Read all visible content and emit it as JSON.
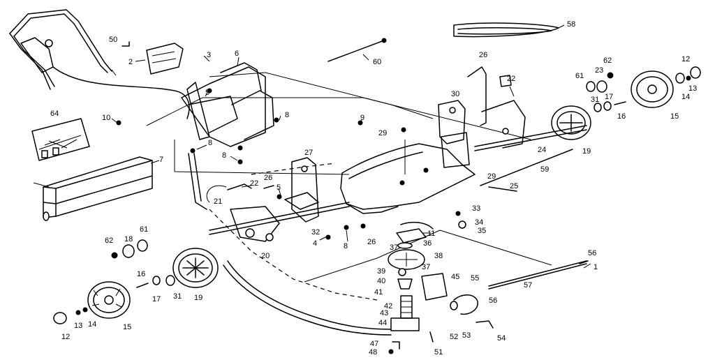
{
  "diagram": {
    "callouts": [
      {
        "id": "c1",
        "text": "1"
      },
      {
        "id": "c2",
        "text": "2"
      },
      {
        "id": "c3",
        "text": "3"
      },
      {
        "id": "c4",
        "text": "4"
      },
      {
        "id": "c5a",
        "text": "5"
      },
      {
        "id": "c5b",
        "text": "5"
      },
      {
        "id": "c6",
        "text": "6"
      },
      {
        "id": "c7",
        "text": "7"
      },
      {
        "id": "c8a",
        "text": "8"
      },
      {
        "id": "c8b",
        "text": "8"
      },
      {
        "id": "c8c",
        "text": "8"
      },
      {
        "id": "c8d",
        "text": "8"
      },
      {
        "id": "c9",
        "text": "9"
      },
      {
        "id": "c10",
        "text": "10"
      },
      {
        "id": "c11",
        "text": "11"
      },
      {
        "id": "c12a",
        "text": "12"
      },
      {
        "id": "c12b",
        "text": "12"
      },
      {
        "id": "c13a",
        "text": "13"
      },
      {
        "id": "c13b",
        "text": "13"
      },
      {
        "id": "c14a",
        "text": "14"
      },
      {
        "id": "c14b",
        "text": "14"
      },
      {
        "id": "c15a",
        "text": "15"
      },
      {
        "id": "c15b",
        "text": "15"
      },
      {
        "id": "c16a",
        "text": "16"
      },
      {
        "id": "c16b",
        "text": "16"
      },
      {
        "id": "c17a",
        "text": "17"
      },
      {
        "id": "c17b",
        "text": "17"
      },
      {
        "id": "c18",
        "text": "18"
      },
      {
        "id": "c19a",
        "text": "19"
      },
      {
        "id": "c19b",
        "text": "19"
      },
      {
        "id": "c20",
        "text": "20"
      },
      {
        "id": "c21",
        "text": "21"
      },
      {
        "id": "c22a",
        "text": "22"
      },
      {
        "id": "c22b",
        "text": "22"
      },
      {
        "id": "c23",
        "text": "23"
      },
      {
        "id": "c24",
        "text": "24"
      },
      {
        "id": "c25",
        "text": "25"
      },
      {
        "id": "c26a",
        "text": "26"
      },
      {
        "id": "c26b",
        "text": "26"
      },
      {
        "id": "c26c",
        "text": "26"
      },
      {
        "id": "c27",
        "text": "27"
      },
      {
        "id": "c29a",
        "text": "29"
      },
      {
        "id": "c29b",
        "text": "29"
      },
      {
        "id": "c30",
        "text": "30"
      },
      {
        "id": "c31a",
        "text": "31"
      },
      {
        "id": "c31b",
        "text": "31"
      },
      {
        "id": "c32",
        "text": "32"
      },
      {
        "id": "c33",
        "text": "33"
      },
      {
        "id": "c34",
        "text": "34"
      },
      {
        "id": "c35",
        "text": "35"
      },
      {
        "id": "c36",
        "text": "36"
      },
      {
        "id": "c37a",
        "text": "37"
      },
      {
        "id": "c37b",
        "text": "37"
      },
      {
        "id": "c38",
        "text": "38"
      },
      {
        "id": "c39",
        "text": "39"
      },
      {
        "id": "c40",
        "text": "40"
      },
      {
        "id": "c41",
        "text": "41"
      },
      {
        "id": "c42",
        "text": "42"
      },
      {
        "id": "c43",
        "text": "43"
      },
      {
        "id": "c44",
        "text": "44"
      },
      {
        "id": "c45",
        "text": "45"
      },
      {
        "id": "c47",
        "text": "47"
      },
      {
        "id": "c48",
        "text": "48"
      },
      {
        "id": "c50",
        "text": "50"
      },
      {
        "id": "c51",
        "text": "51"
      },
      {
        "id": "c52",
        "text": "52"
      },
      {
        "id": "c53",
        "text": "53"
      },
      {
        "id": "c54",
        "text": "54"
      },
      {
        "id": "c55",
        "text": "55"
      },
      {
        "id": "c56a",
        "text": "56"
      },
      {
        "id": "c56b",
        "text": "56"
      },
      {
        "id": "c57",
        "text": "57"
      },
      {
        "id": "c58",
        "text": "58"
      },
      {
        "id": "c59",
        "text": "59"
      },
      {
        "id": "c60",
        "text": "60"
      },
      {
        "id": "c61a",
        "text": "61"
      },
      {
        "id": "c61b",
        "text": "61"
      },
      {
        "id": "c62a",
        "text": "62"
      },
      {
        "id": "c62b",
        "text": "62"
      },
      {
        "id": "c64",
        "text": "64"
      }
    ]
  }
}
